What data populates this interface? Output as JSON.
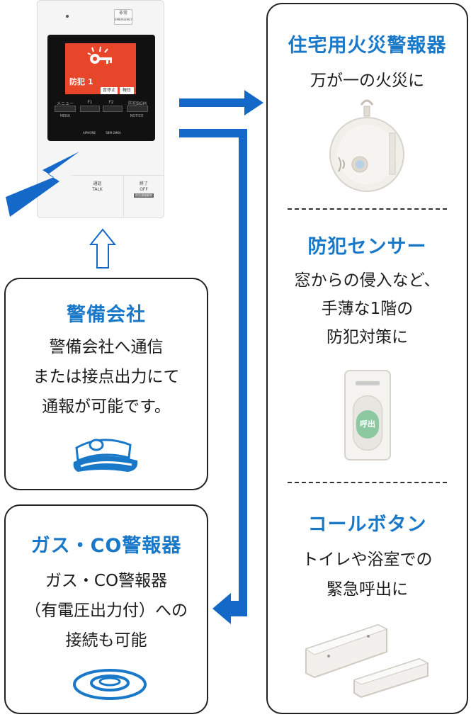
{
  "device": {
    "emergency_label": "非常",
    "emergency_label_en": "EMERGENCY",
    "screen_title": "防犯 1",
    "soft_key_left": "音停止",
    "soft_key_right": "報日",
    "menu_label": "メニュー",
    "f1_label": "F1",
    "f2_label": "F2",
    "bgm_label": "防犯BGM",
    "menu_en": "MENU",
    "notice_en": "NOTICE",
    "brand": "AIPHONE",
    "model": "SBM-2MKA",
    "talk_label": "通話",
    "talk_en": "TALK",
    "end_label": "終了",
    "end_en": "OFF",
    "end_sub": "防犯通報解除"
  },
  "security_company": {
    "title": "警備会社",
    "lines": [
      "警備会社へ通信",
      "または接点出力にて",
      "通報が可能です。"
    ]
  },
  "gas_co": {
    "title": "ガス・CO警報器",
    "lines": [
      "ガス・CO警報器",
      "（有電圧出力付）への",
      "接続も可能"
    ]
  },
  "fire_alarm": {
    "title": "住宅用火災警報器",
    "lines": [
      "万が一の火災に"
    ]
  },
  "security_sensor": {
    "title": "防犯センサー",
    "lines": [
      "窓からの侵入など、",
      "手薄な1階の",
      "防犯対策に"
    ]
  },
  "call_button": {
    "title": "コールボタン",
    "lines": [
      "トイレや浴室での",
      "緊急呼出に"
    ],
    "device_label": "呼出"
  },
  "colors": {
    "accent": "#1a78c8",
    "arrow": "#1469c8",
    "screen_alert": "#e8462a",
    "call_button_green": "#8cc8a0"
  }
}
